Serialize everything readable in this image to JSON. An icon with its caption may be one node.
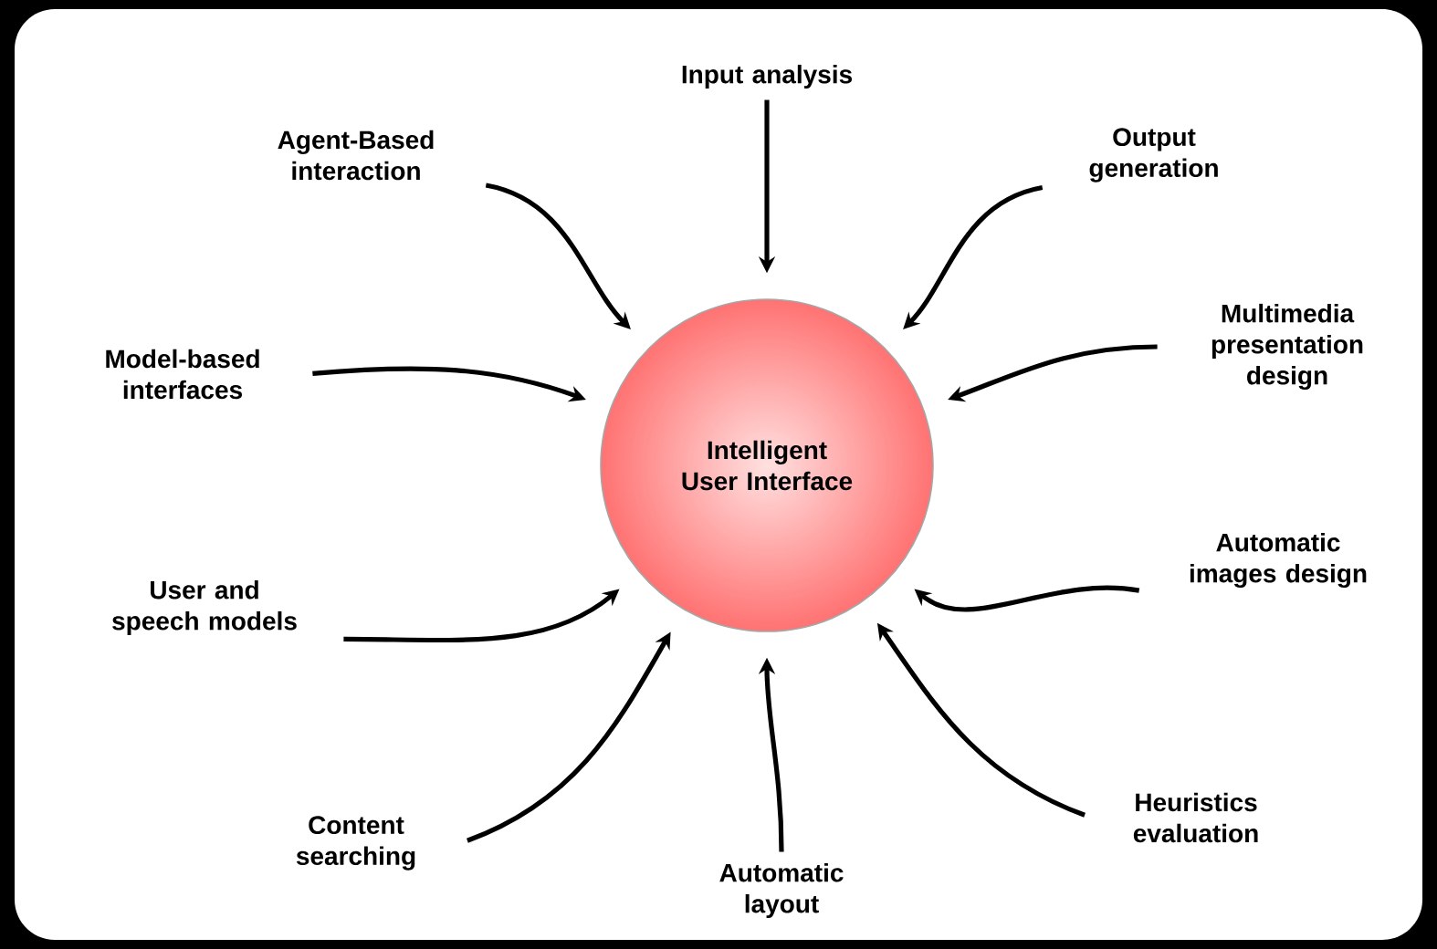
{
  "diagram": {
    "nodes": [
      {
        "text": [
          "Input analysis"
        ]
      },
      {
        "text": [
          "Agent-Based interaction"
        ]
      },
      {
        "text": [
          "Output generation"
        ]
      },
      {
        "text": [
          "Model-based interfaces"
        ]
      },
      {
        "text": [
          "Multimedia presentation design"
        ]
      },
      {
        "text": [
          "Intelligent User Interface"
        ]
      },
      {
        "text": [
          "Automatic images design"
        ]
      },
      {
        "text": [
          "User and speech models"
        ]
      },
      {
        "text": [
          "Heuristics evaluation"
        ]
      },
      {
        "text": [
          "Content searching"
        ]
      },
      {
        "text": [
          "Automatic layout"
        ]
      }
    ],
    "edges": [
      {
        "from": 0,
        "to": 5,
        "arrow": "to"
      },
      {
        "from": 1,
        "to": 5,
        "arrow": "to"
      },
      {
        "from": 2,
        "to": 5,
        "arrow": "to"
      },
      {
        "from": 3,
        "to": 5,
        "arrow": "to"
      },
      {
        "from": 4,
        "to": 5,
        "arrow": "to"
      },
      {
        "from": 6,
        "to": 5,
        "arrow": "to"
      },
      {
        "from": 7,
        "to": 5,
        "arrow": "to"
      },
      {
        "from": 8,
        "to": 5,
        "arrow": "to"
      },
      {
        "from": 9,
        "to": 5,
        "arrow": "to"
      },
      {
        "from": 10,
        "to": 5,
        "arrow": "to"
      }
    ]
  }
}
